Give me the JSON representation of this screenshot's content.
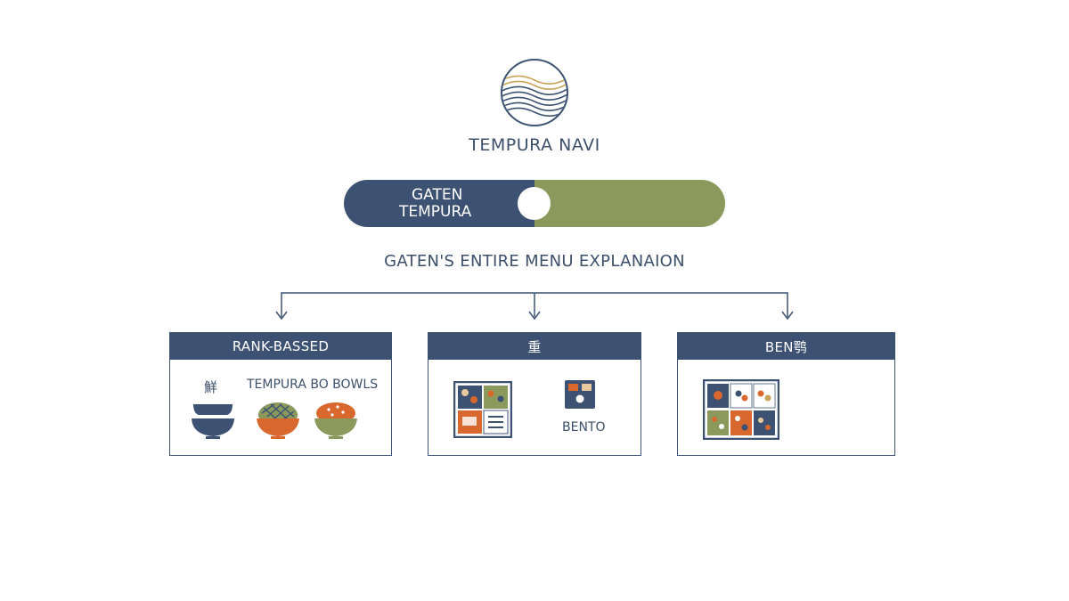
{
  "app": {
    "title": "TEMPURA NAVI",
    "logo_icon": "wave-circle-logo"
  },
  "toggle": {
    "left_label_line1": "GATEN",
    "left_label_line2": "TEMPURA"
  },
  "subtitle": "GATEN'S ENTIRE MENU EXPLANAION",
  "cards": [
    {
      "title": "RANK-BASSED",
      "glyph": "鮮",
      "label": "TEMPURA BO BOWLS",
      "icons": [
        "navy-bowl-icon",
        "tempura-bowl-icon",
        "rice-bowl-icon"
      ]
    },
    {
      "title": "重",
      "label": "BENTO",
      "icons": [
        "bento-box-icon",
        "lunchbox-icon"
      ]
    },
    {
      "title": "BEN鹗",
      "icons": [
        "bento-grid-icon"
      ]
    }
  ],
  "colors": {
    "navy": "#3d5272",
    "olive": "#8b9a5c",
    "orange": "#d9682f",
    "gold": "#c9a35a"
  }
}
